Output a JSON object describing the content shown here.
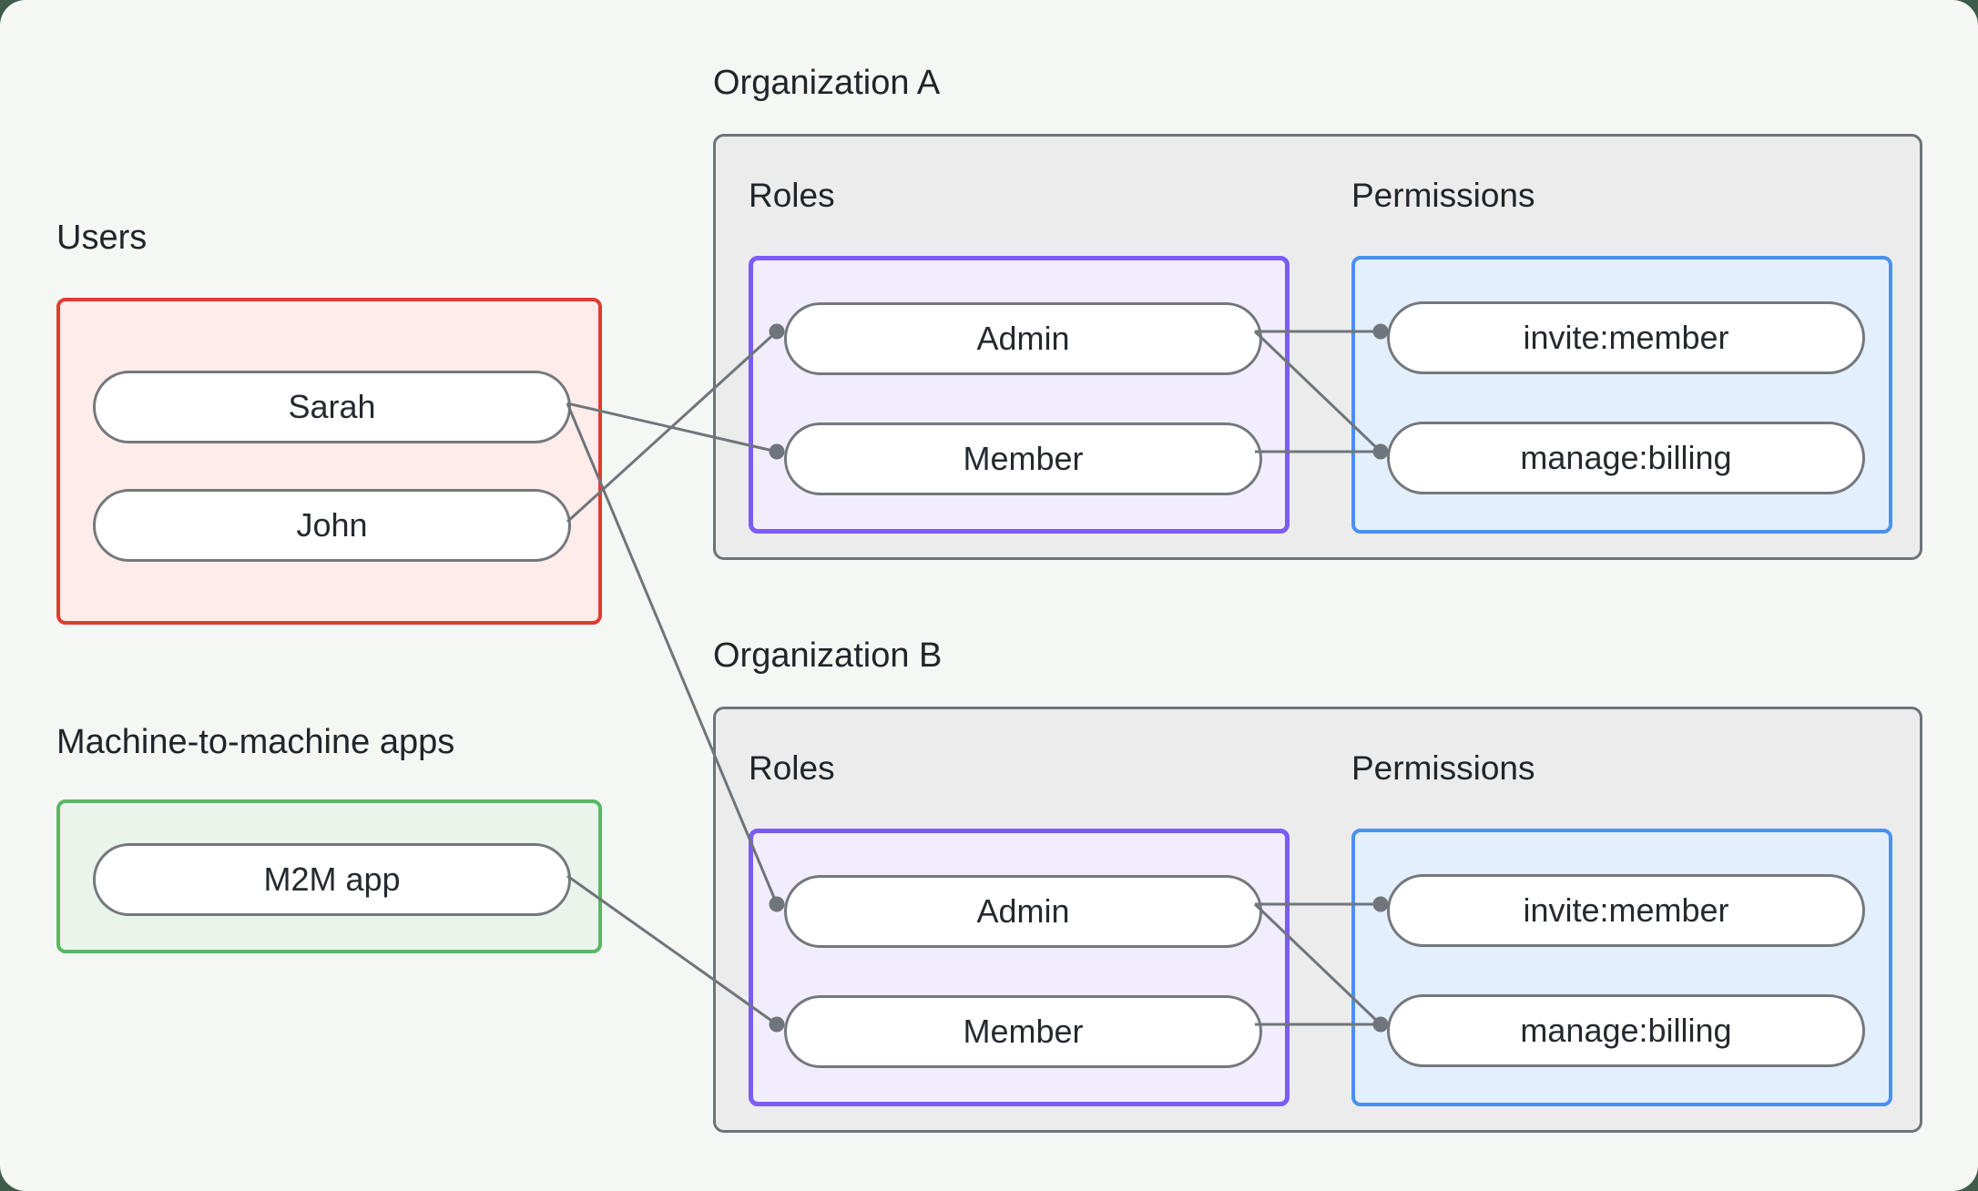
{
  "users_panel": {
    "title": "Users",
    "items": [
      "Sarah",
      "John"
    ],
    "border_color": "#e13c30",
    "fill_color": "#fdecea"
  },
  "m2m_panel": {
    "title": "Machine-to-machine apps",
    "items": [
      "M2M app"
    ],
    "border_color": "#58b863",
    "fill_color": "#e9f5ea"
  },
  "organizations": [
    {
      "name": "Organization A",
      "roles_label": "Roles",
      "permissions_label": "Permissions",
      "roles": [
        "Admin",
        "Member"
      ],
      "permissions": [
        "invite:member",
        "manage:billing"
      ]
    },
    {
      "name": "Organization B",
      "roles_label": "Roles",
      "permissions_label": "Permissions",
      "roles": [
        "Admin",
        "Member"
      ],
      "permissions": [
        "invite:member",
        "manage:billing"
      ]
    }
  ],
  "connections": [
    {
      "from": "Sarah",
      "to": "Organization A / Member"
    },
    {
      "from": "John",
      "to": "Organization A / Admin"
    },
    {
      "from": "Sarah",
      "to": "Organization B / Admin"
    },
    {
      "from": "M2M app",
      "to": "Organization B / Member"
    },
    {
      "from": "Organization A / Admin",
      "to": "Organization A / invite:member"
    },
    {
      "from": "Organization A / Admin",
      "to": "Organization A / manage:billing"
    },
    {
      "from": "Organization A / Member",
      "to": "Organization A / manage:billing"
    },
    {
      "from": "Organization B / Admin",
      "to": "Organization B / invite:member"
    },
    {
      "from": "Organization B / Admin",
      "to": "Organization B / manage:billing"
    },
    {
      "from": "Organization B / Member",
      "to": "Organization B / manage:billing"
    }
  ],
  "palette": {
    "page_background": "#f5f7f5",
    "corner_backdrop": "#3f5b4a",
    "container_fill": "#ececec",
    "roles_border": "#7b5cf5",
    "roles_fill": "#f2edfd",
    "permissions_border": "#4a90f2",
    "permissions_fill": "#e3effc",
    "stroke_gray": "#6f757a",
    "text_color": "#212529"
  }
}
